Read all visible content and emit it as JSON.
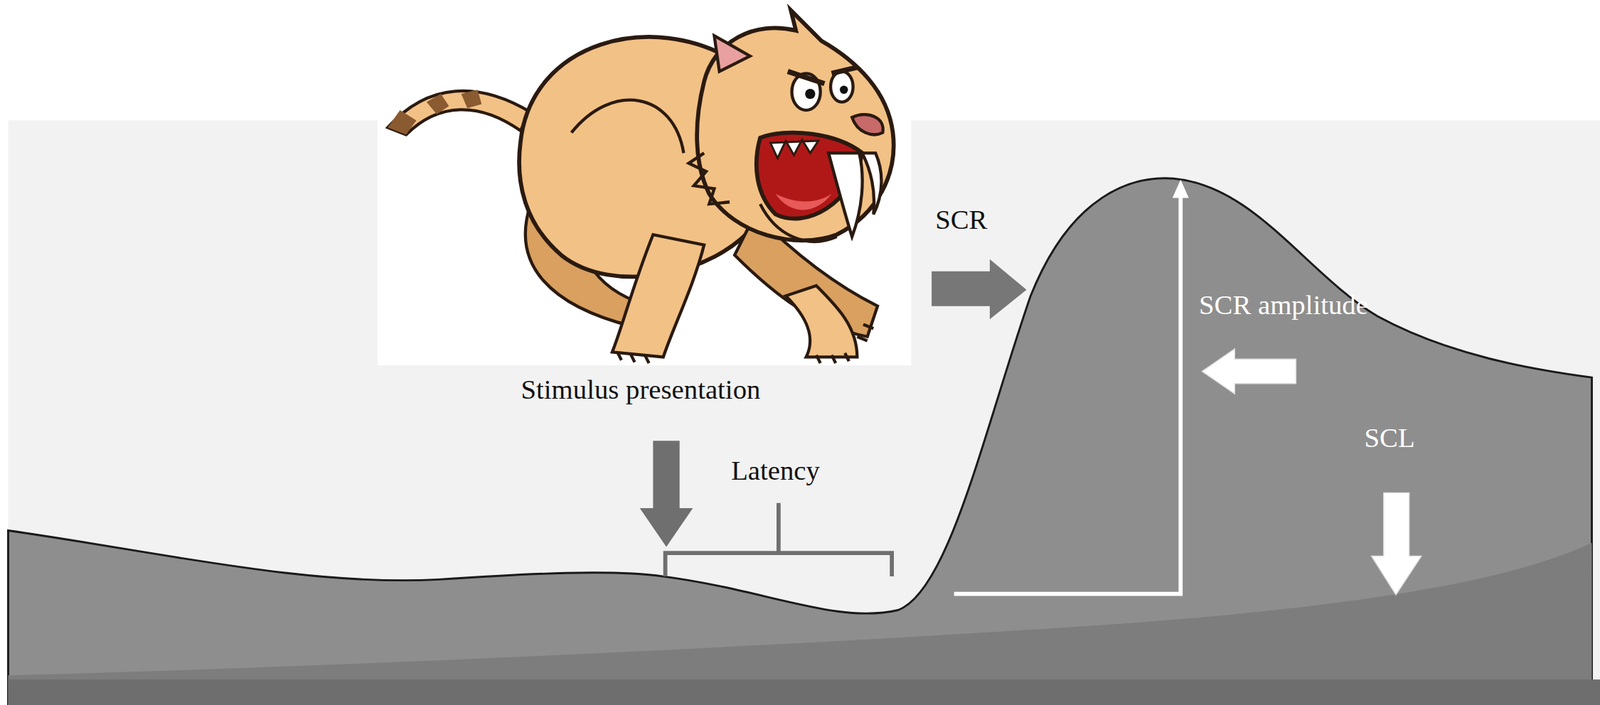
{
  "diagram": {
    "labels": [
      "SCR",
      "SCR amplitude",
      "Stimulus presentation",
      "Latency",
      "SCL"
    ]
  }
}
